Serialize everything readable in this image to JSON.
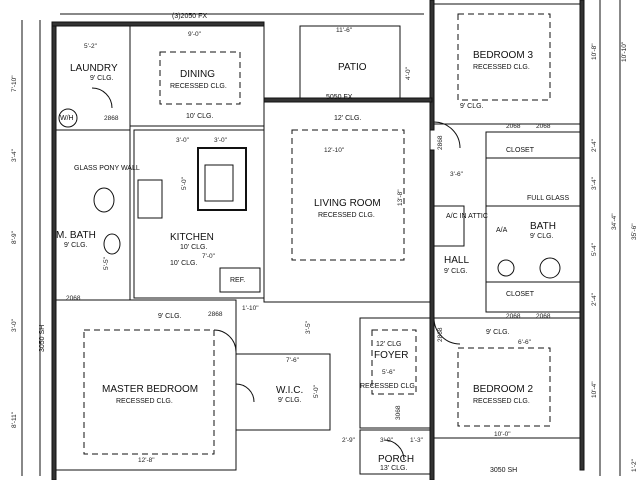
{
  "rooms": {
    "laundry": {
      "name": "LAUNDRY",
      "ceiling": "9' CLG."
    },
    "dining": {
      "name": "DINING",
      "ceiling": "RECESSED CLG."
    },
    "patio": {
      "name": "PATIO"
    },
    "bedroom3": {
      "name": "BEDROOM 3",
      "ceiling": "RECESSED CLG."
    },
    "living": {
      "name": "LIVING ROOM",
      "ceiling": "RECESSED CLG."
    },
    "kitchen": {
      "name": "KITCHEN",
      "ceiling": "10' CLG."
    },
    "mbath": {
      "name": "M. BATH",
      "ceiling": "9' CLG."
    },
    "hall": {
      "name": "HALL",
      "ceiling": "9' CLG."
    },
    "bath": {
      "name": "BATH",
      "ceiling": "9' CLG."
    },
    "foyer": {
      "name": "FOYER",
      "ceiling": "RECESSED CLG."
    },
    "master": {
      "name": "MASTER BEDROOM",
      "ceiling": "RECESSED CLG."
    },
    "wic": {
      "name": "W.I.C.",
      "ceiling": "9' CLG."
    },
    "bedroom2": {
      "name": "BEDROOM 2",
      "ceiling": "RECESSED CLG."
    },
    "porch": {
      "name": "PORCH",
      "ceiling": "13' CLG."
    }
  },
  "labels": {
    "window_top": "(3)2050 FX",
    "window_patio": "5050 FX",
    "window_bottom": "3050 SH",
    "window_left": "3050 SH",
    "closet1": "CLOSET",
    "closet2": "CLOSET",
    "full_glass": "FULL GLASS",
    "glass_pony": "GLASS PONY WALL",
    "ac": "A/C IN ATTIC",
    "ah": "A/A",
    "ref": "REF.",
    "wh": "W/H",
    "clg12": "12' CLG.",
    "clg10": "10' CLG.",
    "clg9a": "9' CLG.",
    "clg9b": "9' CLG.",
    "clg9c": "9' CLG.",
    "clg12b": "12' CLG",
    "clg10b": "10' CLG."
  },
  "dims": {
    "d9_0a": "9'-0\"",
    "d11_6": "11'-6\"",
    "d12_10": "12'-10\"",
    "d3_0a": "3'-0\"",
    "d3_0b": "3'-0\"",
    "d5_0": "5'-0\"",
    "d7_0": "7'-0\"",
    "d12_8": "12'-8\"",
    "d7_6": "7'-6\"",
    "d5_6": "5'-6\"",
    "d2_9": "2'-9\"",
    "d3_0c": "3'-0\"",
    "d1_3": "1'-3\"",
    "d6_6": "6'-6\"",
    "d10_0": "10'-0\"",
    "d3_6": "3'-6\"",
    "d1_10": "1'-10\"",
    "d5_2": "5'-2\"",
    "d2868a": "2868",
    "d2868b": "2868",
    "d2868c": "2868",
    "d2868d": "2868",
    "d2068a": "2068",
    "d2068b": "2068",
    "d2068c": "2068",
    "d2068d": "2068",
    "d2068e": "2068",
    "d3068": "3068",
    "l7_10": "7'-10\"",
    "l3_4": "3'-4\"",
    "l8_9": "8'-9\"",
    "l3_0": "3'-0\"",
    "l8_11": "8'-11\"",
    "r10_8": "10'-8\"",
    "r2_4a": "2'-4\"",
    "r3_4": "3'-4\"",
    "r5_4": "5'-4\"",
    "r2_4b": "2'-4\"",
    "r10_4": "10'-4\"",
    "r34_4": "34'-4\"",
    "r35_6": "35'-6\"",
    "r1_2": "1'-2\"",
    "m10_10": "10'-10\"",
    "m13_8": "13'-8\"",
    "m4_0": "4'-0\"",
    "m3_5": "3'-5\"",
    "m5_0": "5'-0\"",
    "m5_5": "5'-5\""
  }
}
